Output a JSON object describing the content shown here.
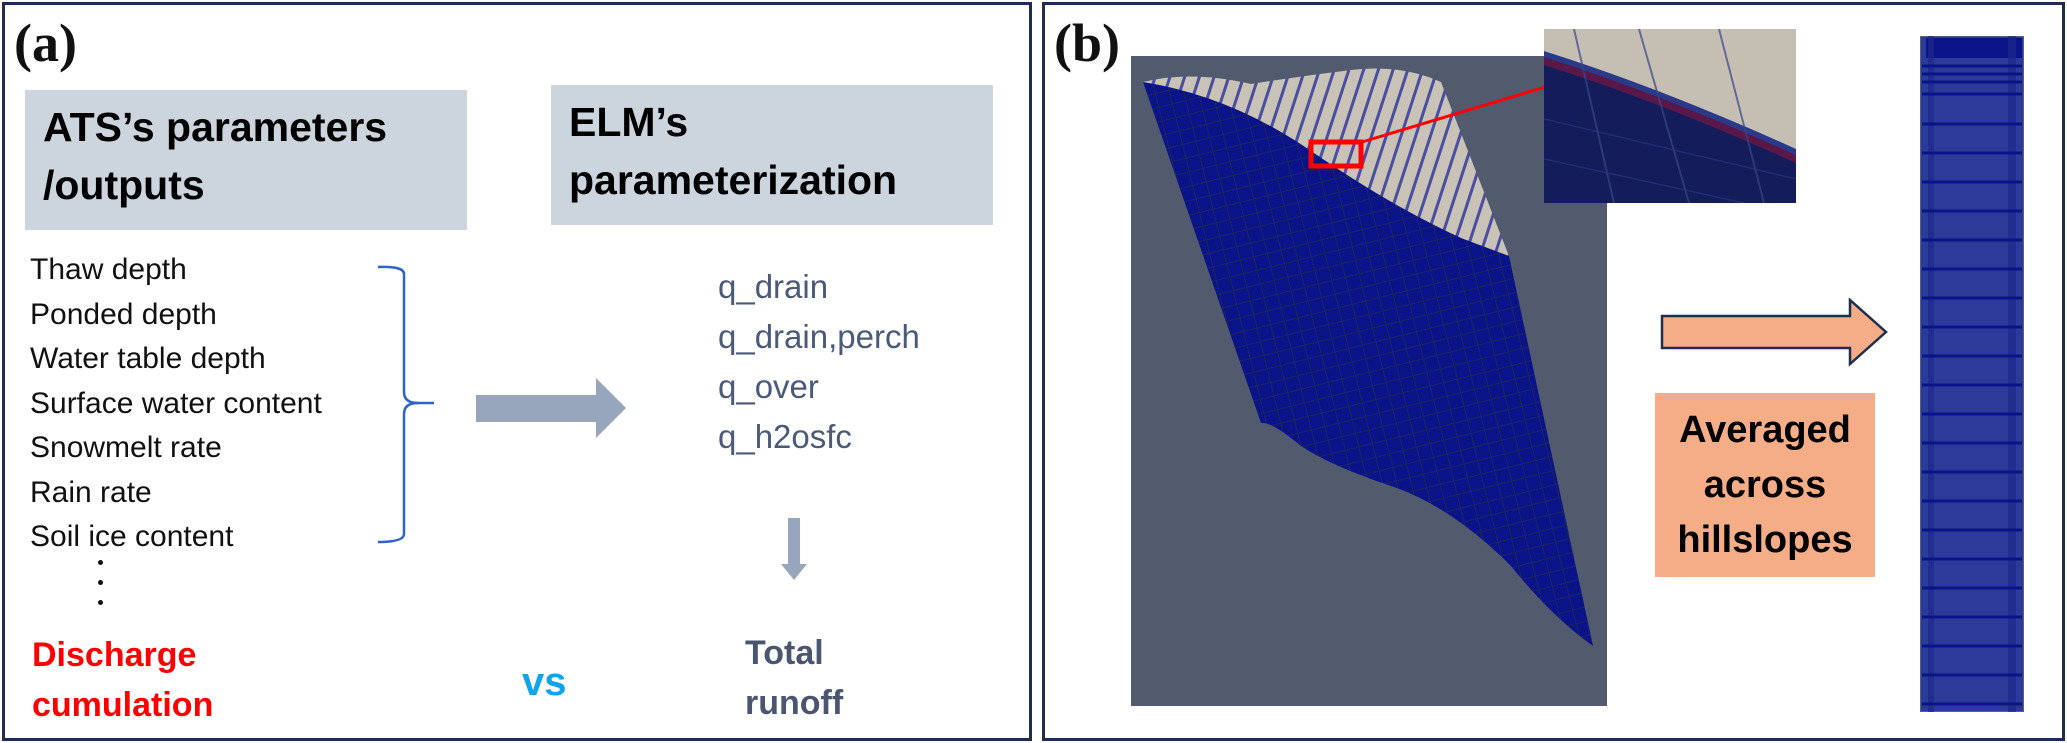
{
  "panel_a": {
    "label": "(a)",
    "ats_header": [
      "ATS’s parameters",
      "/outputs"
    ],
    "elm_header": [
      "ELM’s",
      "parameterization"
    ],
    "ats_outputs": [
      "Thaw depth",
      "Ponded depth",
      "Water table depth",
      "Surface water content",
      "Snowmelt rate",
      "Rain rate",
      "Soil ice content"
    ],
    "continuation": "⋮",
    "highlight": [
      "Discharge",
      "cumulation"
    ],
    "elm_terms": [
      "q_drain",
      "q_drain,perch",
      "q_over",
      "q_h2osfc"
    ],
    "comparison": "vs",
    "result": [
      "Total",
      "runoff"
    ],
    "colors": {
      "header_bg": "#ccd4de",
      "highlight": "#ff0000",
      "comparison": "#0ea5e9",
      "elm_text": "#4a5a78",
      "arrow": "#97a6bd",
      "brace": "#2f63c8"
    }
  },
  "panel_b": {
    "label": "(b)",
    "mesh_view": "hillslope-3d-mesh",
    "inset_view": "zoomed-surface-layer",
    "column_view": "averaged-soil-column",
    "caption_box": [
      "Averaged",
      "across",
      "hillslopes"
    ],
    "colors": {
      "render_bg": "#525a6e",
      "mesh": "#0a1488",
      "mesh_top": "#c4bfb2",
      "callout": "#ff0000",
      "caption_bg": "#f4ad87",
      "column": "#2d3a9a"
    }
  }
}
